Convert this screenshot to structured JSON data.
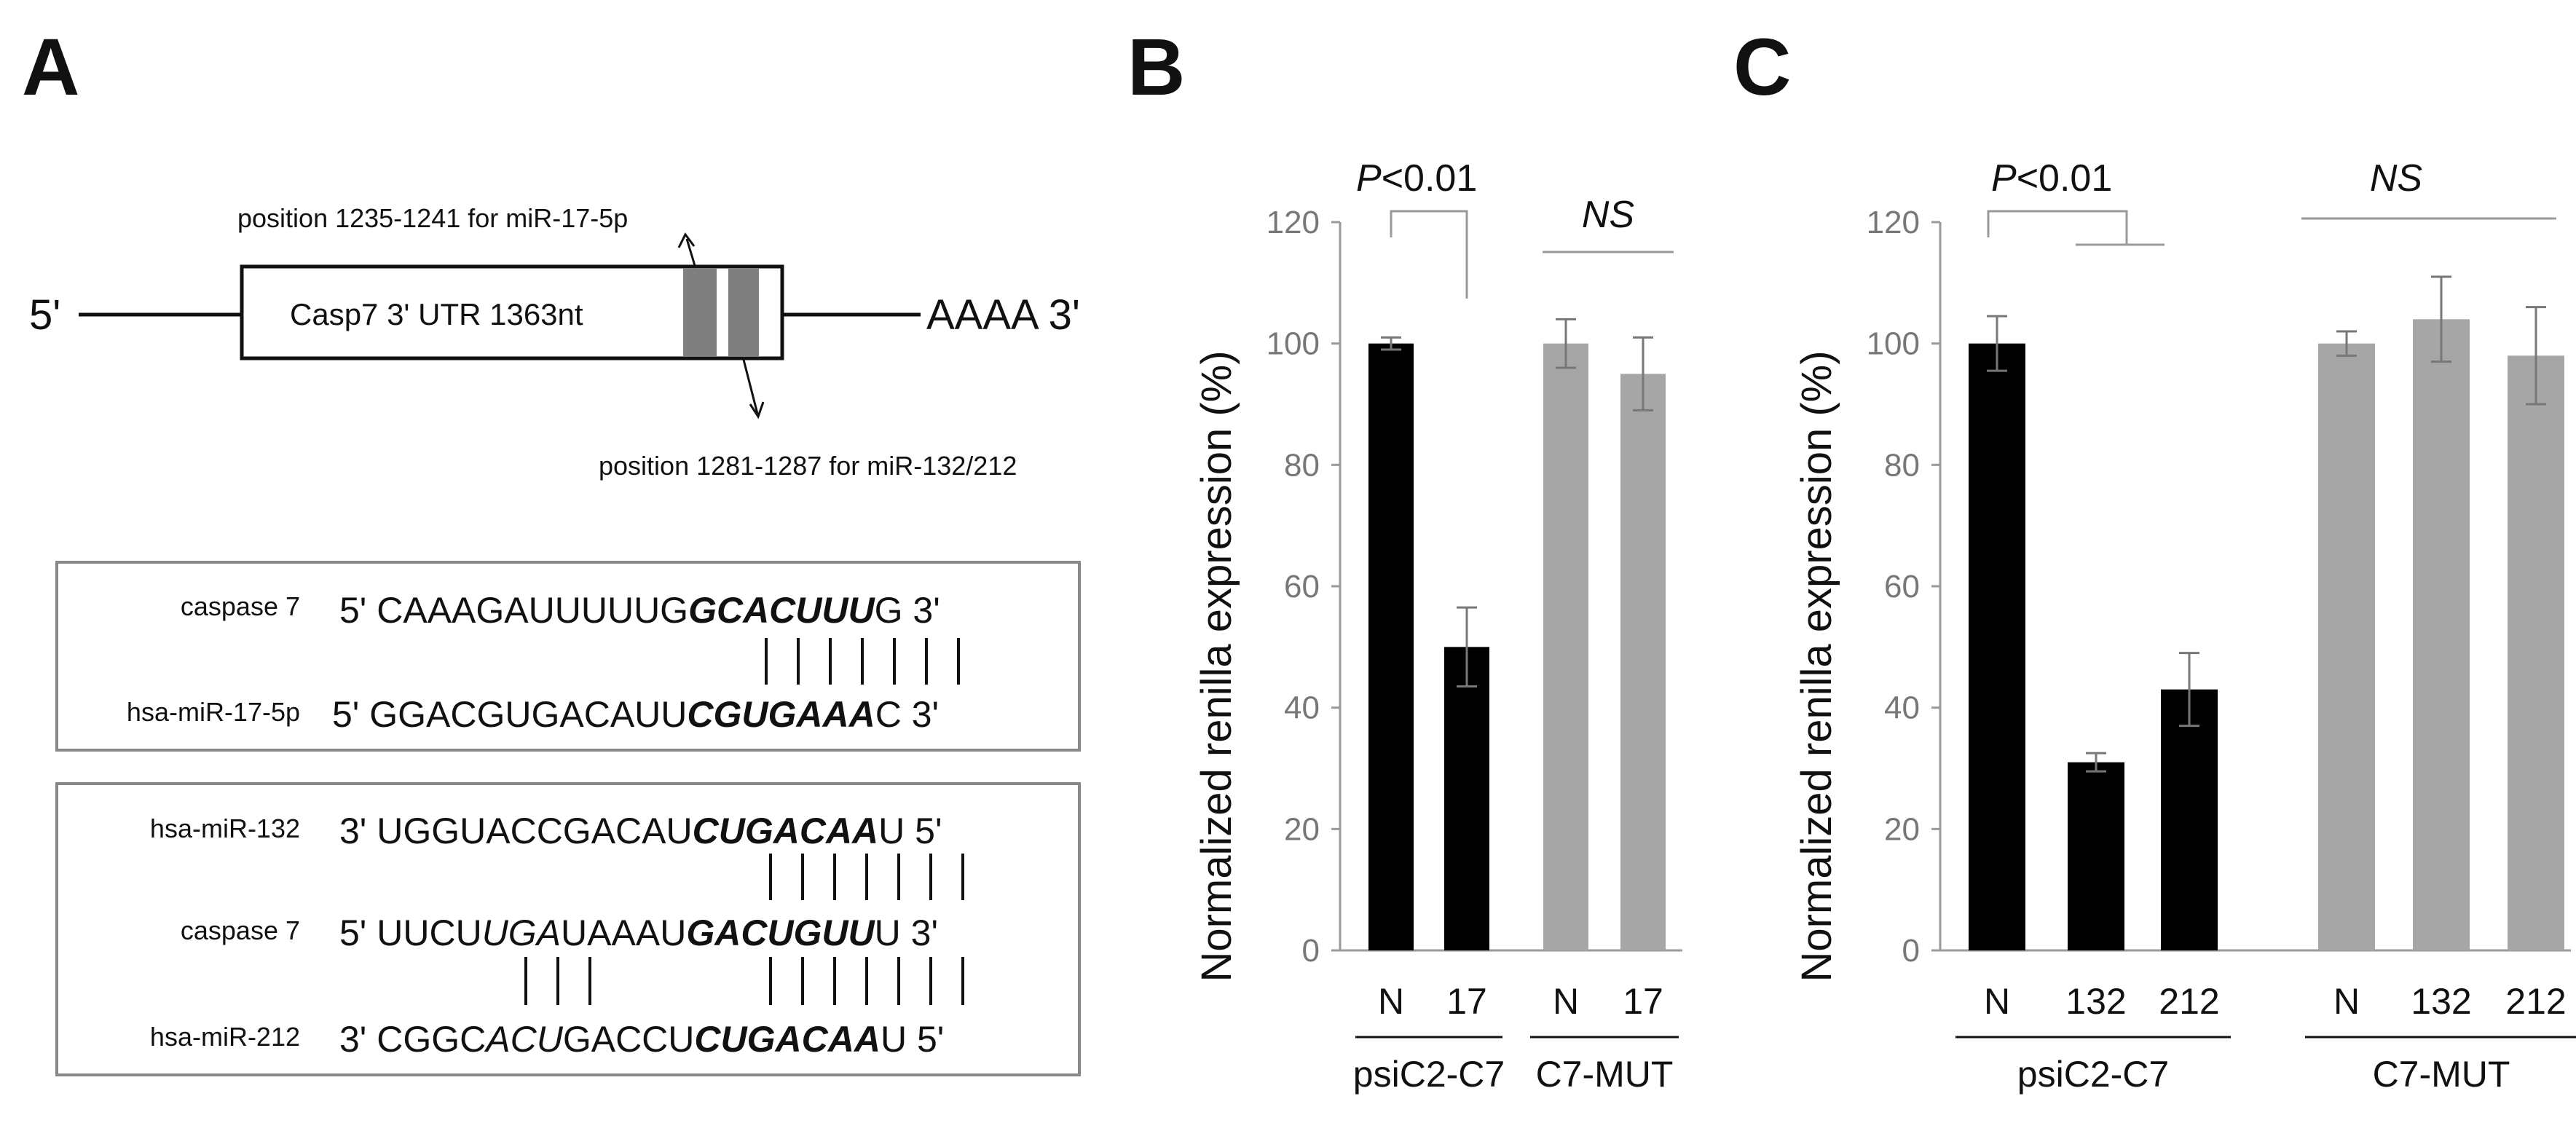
{
  "colors": {
    "black_bar": "#000000",
    "gray_bar": "#a6a6a6",
    "axis": "#9a9a9a",
    "box_fill": "#7f7f7f"
  },
  "panelA": {
    "letter": "A",
    "schematic": {
      "five_prime": "5'",
      "box_label": "Casp7  3' UTR  1363nt",
      "polyA": "AAAA  3'",
      "site1_label": "position 1235-1241 for miR-17-5p",
      "site2_label": "position 1281-1287 for miR-132/212"
    },
    "box1": {
      "row1": {
        "name": "caspase 7",
        "prefix": "5' CAAAGAUUUUUG",
        "bold": "GCACUUU",
        "suffix": "G 3'"
      },
      "row2": {
        "name": "hsa-miR-17-5p",
        "prefix": "5' GGACGUGACAUU",
        "bold": "CGUGAAA",
        "suffix": "C 3'"
      }
    },
    "box2": {
      "row1": {
        "name": "hsa-miR-132",
        "prefix": "3' UGGUACCGACAU",
        "bold": "CUGACAA",
        "suffix": "U 5'"
      },
      "row2": {
        "name": "caspase 7",
        "p1": "5' UUCU",
        "ital": "UGA",
        "p2": "UAAAU",
        "bold": "GACUGUU",
        "suffix": "U 3'"
      },
      "row3": {
        "name": "hsa-miR-212",
        "p1": "3' CGGC",
        "ital": "ACU",
        "p2": "GACCU",
        "bold": "CUGACAA",
        "suffix": "U 5'"
      }
    }
  },
  "panelB": {
    "letter": "B",
    "ylabel": "Normalized renilla expression (%)",
    "p_prefix": "P",
    "p_rest": "<0.01",
    "ns": "NS"
  },
  "panelC": {
    "letter": "C",
    "ylabel": "Normalized renilla expression (%)",
    "p_prefix": "P",
    "p_rest": "<0.01",
    "ns": "NS"
  },
  "chart_data": [
    {
      "type": "bar",
      "panel": "B",
      "ylabel": "Normalized renilla expression (%)",
      "ylim": [
        0,
        120
      ],
      "yticks": [
        0,
        20,
        40,
        60,
        80,
        100,
        120
      ],
      "groups": [
        {
          "name": "psiC2-C7",
          "color": "#000000",
          "bars": [
            {
              "label": "N",
              "value": 100,
              "error": 1
            },
            {
              "label": "17",
              "value": 50,
              "error": 6.5
            }
          ]
        },
        {
          "name": "C7-MUT",
          "color": "#a6a6a6",
          "bars": [
            {
              "label": "N",
              "value": 100,
              "error": 4
            },
            {
              "label": "17",
              "value": 95,
              "error": 6
            }
          ]
        }
      ],
      "annotations": [
        "P<0.01",
        "NS"
      ]
    },
    {
      "type": "bar",
      "panel": "C",
      "ylabel": "Normalized renilla expression (%)",
      "ylim": [
        0,
        120
      ],
      "yticks": [
        0,
        20,
        40,
        60,
        80,
        100,
        120
      ],
      "groups": [
        {
          "name": "psiC2-C7",
          "color": "#000000",
          "bars": [
            {
              "label": "N",
              "value": 100,
              "error": 4.5
            },
            {
              "label": "132",
              "value": 31,
              "error": 1.5
            },
            {
              "label": "212",
              "value": 43,
              "error": 6
            }
          ]
        },
        {
          "name": "C7-MUT",
          "color": "#a6a6a6",
          "bars": [
            {
              "label": "N",
              "value": 100,
              "error": 2
            },
            {
              "label": "132",
              "value": 104,
              "error": 7
            },
            {
              "label": "212",
              "value": 98,
              "error": 8
            }
          ]
        }
      ],
      "annotations": [
        "P<0.01",
        "NS"
      ]
    }
  ]
}
